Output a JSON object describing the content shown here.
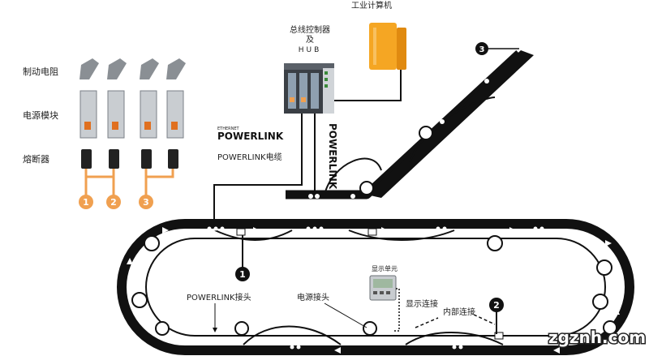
{
  "labels": {
    "ipc": "工业计算机",
    "bus_controller_line1": "总线控制器",
    "bus_controller_line2": "及",
    "bus_controller_line3": "HUB",
    "brake_resistor": "制动电阻",
    "power_module": "电源模块",
    "fuse": "熔断器",
    "powerlink_cable": "POWERLINK电缆",
    "powerlink_connector": "POWERLINK接头",
    "power_connector": "电源接头",
    "display_unit": "显示单元",
    "display_connection": "显示连接",
    "internal_connection": "内部连接"
  },
  "logos": {
    "ethernet": "ETHERNET",
    "powerlink": "POWERLINK"
  },
  "markers": {
    "fuse_group": [
      "1",
      "2",
      "3"
    ],
    "track_1": "1",
    "track_2": "2",
    "incline_3": "3"
  },
  "watermark": "zgznh.com",
  "colors": {
    "orange": "#f0a050",
    "ipc_orange": "#f5a623",
    "track": "#111111",
    "module_gray": "#9aa0a6",
    "controller_dark": "#3a3f45"
  }
}
